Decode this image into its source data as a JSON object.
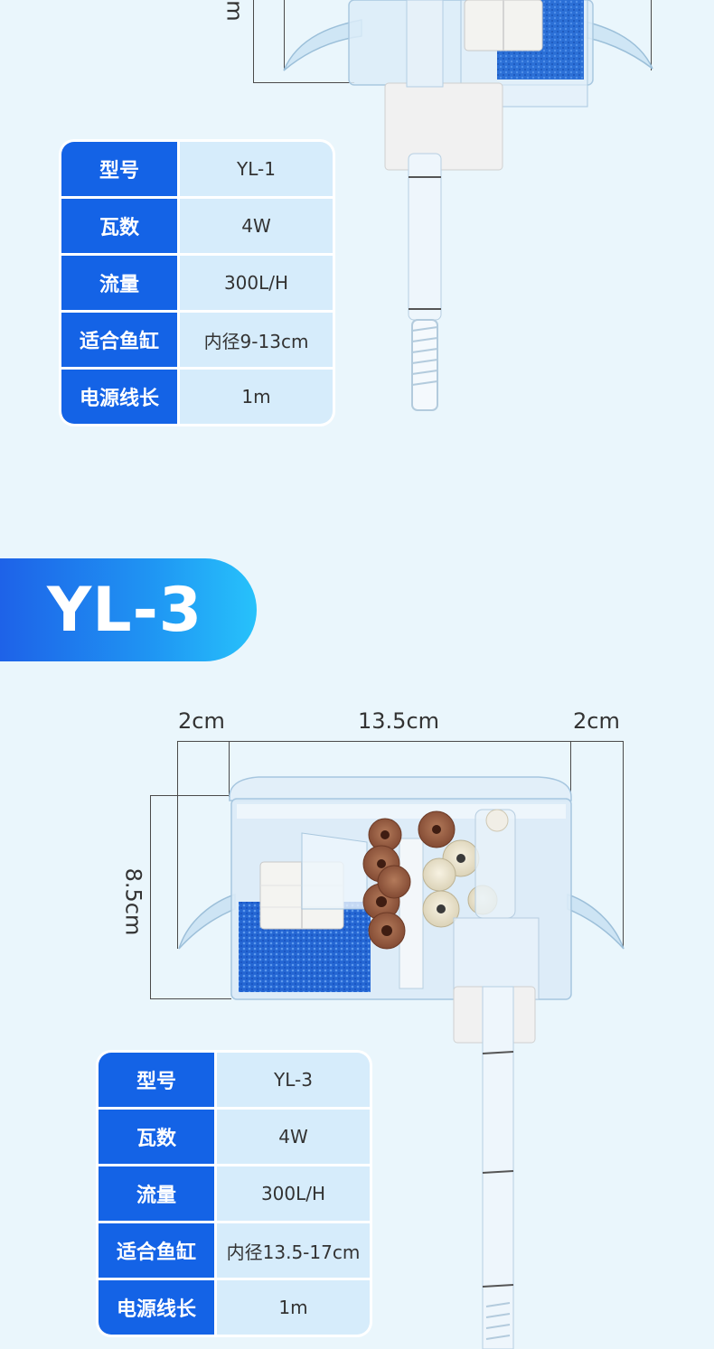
{
  "top_product": {
    "partial_dim_label": "m",
    "specs": [
      {
        "key": "型号",
        "value": "YL-1"
      },
      {
        "key": "瓦数",
        "value": "4W"
      },
      {
        "key": "流量",
        "value": "300L/H"
      },
      {
        "key": "适合鱼缸",
        "value": "内径9-13cm"
      },
      {
        "key": "电源线长",
        "value": "1m"
      }
    ]
  },
  "section": {
    "title": "YL-3",
    "colors": {
      "banner_start": "#1e62e8",
      "banner_end": "#27c2fb",
      "spec_key_bg": "#1463e6",
      "spec_val_bg": "#d6ecfb"
    }
  },
  "bottom_product": {
    "dimensions": {
      "left_width": "2cm",
      "main_width": "13.5cm",
      "right_width": "2cm",
      "height": "8.5cm"
    },
    "specs": [
      {
        "key": "型号",
        "value": "YL-3"
      },
      {
        "key": "瓦数",
        "value": "4W"
      },
      {
        "key": "流量",
        "value": "300L/H"
      },
      {
        "key": "适合鱼缸",
        "value": "内径13.5-17cm"
      },
      {
        "key": "电源线长",
        "value": "1m"
      }
    ]
  }
}
